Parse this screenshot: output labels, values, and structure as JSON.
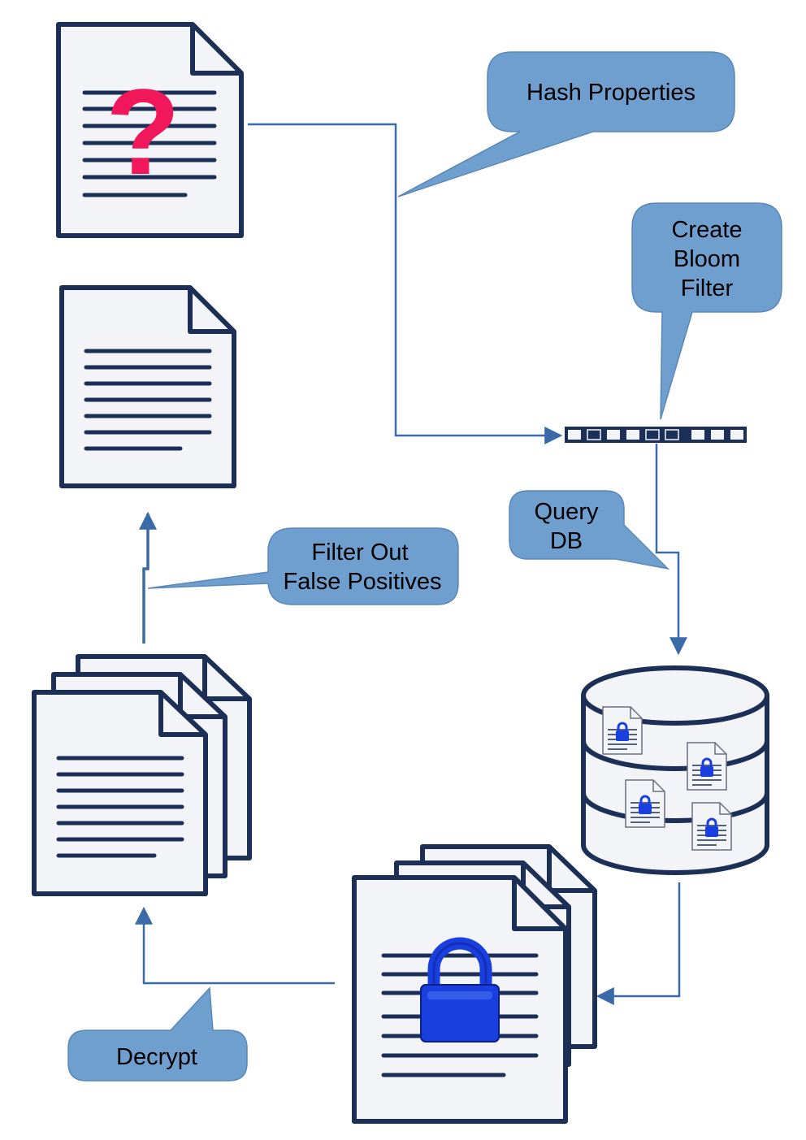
{
  "callouts": {
    "hash_properties": "Hash Properties",
    "create_bloom_filter": [
      "Create",
      "Bloom",
      "Filter"
    ],
    "query_db": [
      "Query",
      "DB"
    ],
    "filter_out": [
      "Filter Out",
      "False Positives"
    ],
    "decrypt": "Decrypt"
  },
  "query_document": {
    "symbol": "?"
  },
  "colors": {
    "doc_outline": "#1c2f56",
    "doc_fill": "#f2f4f8",
    "callout_fill": "#6f9fcf",
    "connector": "#3a6aa8",
    "question_mark": "#f0185a",
    "lock": "#1a3fe0"
  },
  "icons": {
    "query_document": "document-question-icon",
    "result_document": "document-icon",
    "decrypted_documents": "document-stack-icon",
    "database": "database-icon",
    "encrypted_documents": "encrypted-document-stack-icon",
    "bloom_filter": "bit-array-icon"
  }
}
